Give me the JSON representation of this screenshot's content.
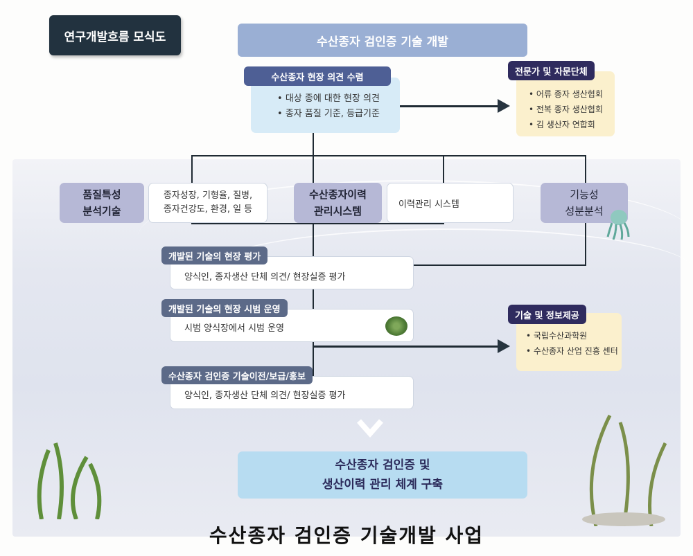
{
  "title_badge": "연구개발흐름 모식도",
  "header": "수산종자 검인증 기술 개발",
  "field_opinion": {
    "label": "수산종자 현장 의견 수렴",
    "items": [
      "대상 종에 대한 현장 의견",
      "종자 품질 기준, 등급기준"
    ]
  },
  "experts": {
    "label": "전문가 및 자문단체",
    "items": [
      "어류 종자 생산협회",
      "전복 종자 생산협회",
      "김 생산자 연합회"
    ]
  },
  "quality": {
    "title_line1": "품질특성",
    "title_line2": "분석기술",
    "desc_line1": "종자성장, 기형율, 질병,",
    "desc_line2": "종자건강도, 환경, 일 등"
  },
  "history": {
    "title_line1": "수산종자이력",
    "title_line2": "관리시스템",
    "desc": "이력관리 시스템"
  },
  "functional": {
    "line1": "기능성",
    "line2": "성분분석"
  },
  "steps": [
    {
      "label": "개발된 기술의 현장 평가",
      "desc": "양식인, 종자생산 단체 의견/ 현장실증 평가"
    },
    {
      "label": "개발된 기술의 현장 시범 운영",
      "desc": "시범 양식장에서 시범 운영"
    },
    {
      "label": "수산종자 검인증 기술이전/보급/홍보",
      "desc": "양식인, 종자생산 단체 의견/ 현장실증 평가"
    }
  ],
  "info": {
    "label": "기술 및 정보제공",
    "items": [
      "국립수산과학원",
      "수산종자 산업 진흥 센터"
    ]
  },
  "result": {
    "line1": "수산종자 검인증 및",
    "line2": "생산이력 관리 체계 구축"
  },
  "caption": "수산종자 검인증 기술개발 사업"
}
